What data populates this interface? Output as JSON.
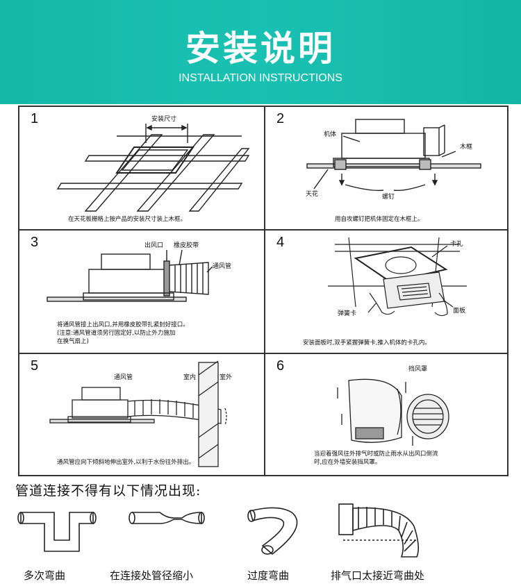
{
  "banner": {
    "title": "安装说明",
    "subtitle": "INSTALLATION INSTRUCTIONS",
    "color": "#16bcad"
  },
  "steps": [
    {
      "number": "1",
      "labels": [
        "安装尺寸"
      ],
      "caption": [
        "在天花板栅格上按产品的安装尺寸装上木框。"
      ]
    },
    {
      "number": "2",
      "labels": [
        "机体",
        "木框",
        "天花",
        "螺钉"
      ],
      "caption": [
        "用自攻螺钉把机体固定在木框上。"
      ]
    },
    {
      "number": "3",
      "labels": [
        "出风口",
        "橡皮胶带",
        "通风管"
      ],
      "caption": [
        "将通风管接上出风口,并用橡皮胶带扎紧封好接口。",
        "(注意:通风管道须另行固定好,以防止外力施加",
        "在换气扇上)"
      ]
    },
    {
      "number": "4",
      "labels": [
        "卡孔",
        "弹簧卡",
        "面板"
      ],
      "caption": [
        "安装面板时,双手紧握弹簧卡,推入机体的卡孔内。"
      ]
    },
    {
      "number": "5",
      "labels": [
        "通风管",
        "室内",
        "室外"
      ],
      "caption": [
        "通风管应向下倾斜地伸出室外,以利于水份往外排出。"
      ]
    },
    {
      "number": "6",
      "labels": [
        "挡风罩"
      ],
      "caption": [
        "当迎着强风往外排气时或防止雨水从出风口倒流",
        "时,应在外墙安装挡风罩。"
      ]
    }
  ],
  "warning": {
    "title": "管道连接不得有以下情况出现:",
    "cases": [
      "多次弯曲",
      "在连接处管径缩小",
      "过度弯曲",
      "排气口太接近弯曲处"
    ]
  }
}
